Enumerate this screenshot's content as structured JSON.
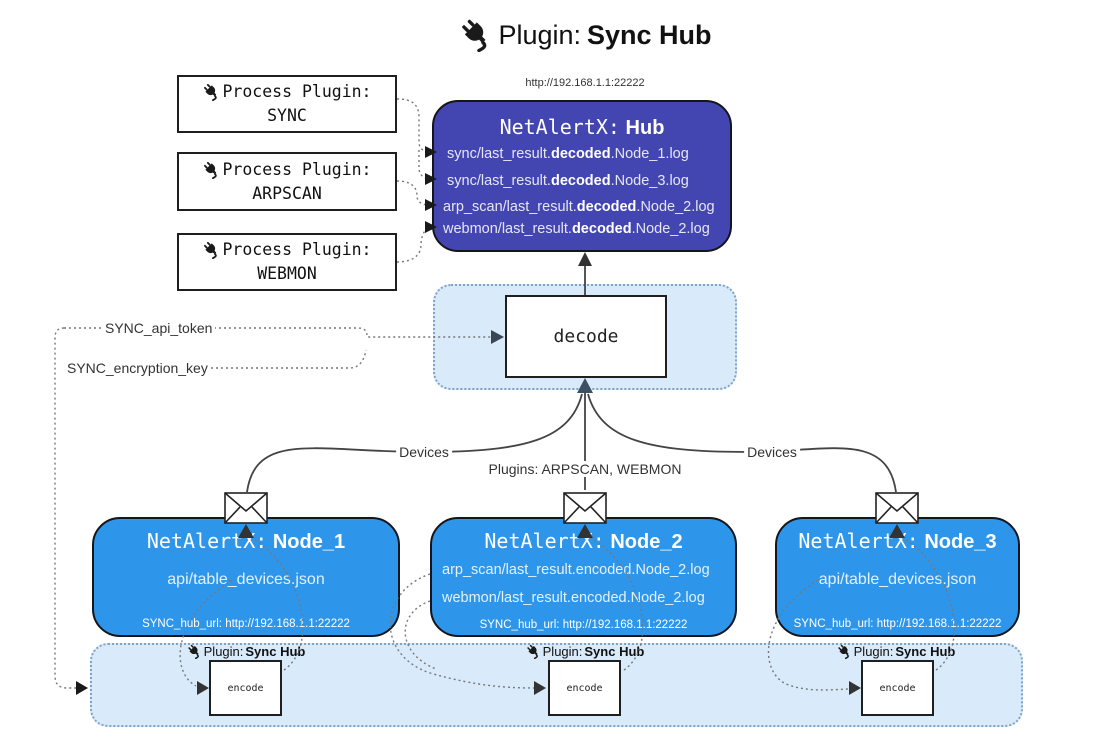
{
  "title": {
    "prefix": "Plugin:",
    "name": "Sync Hub"
  },
  "colors": {
    "hub_fill": "#4345b0",
    "node_fill": "#2e96ea",
    "panel_fill": "#d9eafa",
    "panel_border": "#7fa3c6",
    "dotted_line": "#777777",
    "solid_line": "#444444"
  },
  "process_plugins": [
    {
      "label": "Process Plugin:",
      "name": "SYNC"
    },
    {
      "label": "Process Plugin:",
      "name": "ARPSCAN"
    },
    {
      "label": "Process Plugin:",
      "name": "WEBMON"
    }
  ],
  "hub": {
    "url": "http://192.168.1.1:22222",
    "title_prefix": "NetAlertX:",
    "title_name": "Hub",
    "logs": [
      {
        "pre": "sync/last_result.",
        "bold": "decoded",
        "post": ".Node_1.log"
      },
      {
        "pre": "sync/last_result.",
        "bold": "decoded",
        "post": ".Node_3.log"
      },
      {
        "pre": "arp_scan/last_result.",
        "bold": "decoded",
        "post": ".Node_2.log"
      },
      {
        "pre": "webmon/last_result.",
        "bold": "decoded",
        "post": ".Node_2.log"
      }
    ]
  },
  "decode": {
    "label": "decode"
  },
  "keys": {
    "api_token": "SYNC_api_token",
    "encryption_key": "SYNC_encryption_key"
  },
  "edge_labels": {
    "devices_left": "Devices",
    "plugins_mid": "Plugins: ARPSCAN, WEBMON",
    "devices_right": "Devices"
  },
  "nodes": [
    {
      "title_prefix": "NetAlertX:",
      "title_name": "Node_1",
      "lines": [
        "api/table_devices.json"
      ],
      "hub_url": "SYNC_hub_url: http://192.168.1.1:22222"
    },
    {
      "title_prefix": "NetAlertX:",
      "title_name": "Node_2",
      "lines": [
        "arp_scan/last_result.encoded.Node_2.log",
        "webmon/last_result.encoded.Node_2.log"
      ],
      "hub_url": "SYNC_hub_url: http://192.168.1.1:22222"
    },
    {
      "title_prefix": "NetAlertX:",
      "title_name": "Node_3",
      "lines": [
        "api/table_devices.json"
      ],
      "hub_url": "SYNC_hub_url: http://192.168.1.1:22222"
    }
  ],
  "encoders": [
    {
      "plugin_prefix": "Plugin:",
      "plugin_name": "Sync Hub",
      "label": "encode"
    },
    {
      "plugin_prefix": "Plugin:",
      "plugin_name": "Sync Hub",
      "label": "encode"
    },
    {
      "plugin_prefix": "Plugin:",
      "plugin_name": "Sync Hub",
      "label": "encode"
    }
  ]
}
